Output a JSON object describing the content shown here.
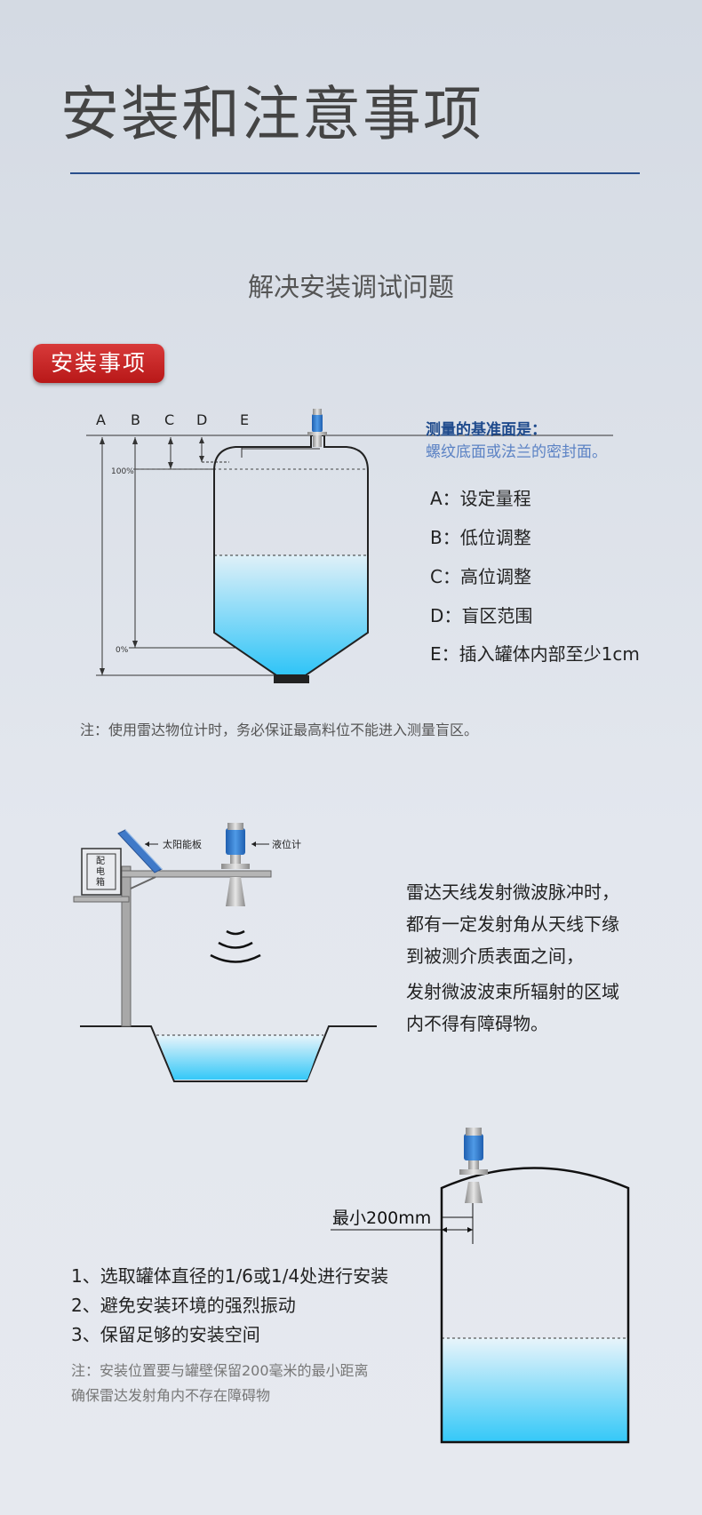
{
  "header": {
    "title": "安装和注意事项",
    "subtitle": "解决安装调试问题"
  },
  "section1": {
    "badge": "安装事项",
    "letters": [
      "A",
      "B",
      "C",
      "D",
      "E"
    ],
    "pct_high": "100%",
    "pct_low": "0%",
    "reference_title": "测量的基准面是：",
    "reference_text": "螺纹底面或法兰的密封面。",
    "legend": [
      "A：设定量程",
      "B：低位调整",
      "C：高位调整",
      "D：盲区范围",
      "E：插入罐体内部至少1cm"
    ],
    "note": "注：使用雷达物位计时，务必保证最高料位不能进入测量盲区。"
  },
  "section2": {
    "label_solar": "太阳能板",
    "label_gauge": "液位计",
    "box_label": [
      "配",
      "电",
      "箱"
    ],
    "paragraph1": [
      "雷达天线发射微波脉冲时，",
      "都有一定发射角从天线下缘",
      "到被测介质表面之间，"
    ],
    "paragraph2": [
      "发射微波波束所辐射的区域",
      "内不得有障碍物。"
    ]
  },
  "section3": {
    "min_distance": "最小200mm",
    "list": [
      "1、选取罐体直径的1/6或1/4处进行安装",
      "2、避免安装环境的强烈振动",
      "3、保留足够的安装空间"
    ],
    "note": [
      "注：安装位置要与罐壁保留200毫米的最小距离",
      "确保雷达发射角内不存在障碍物"
    ]
  },
  "colors": {
    "title_rule": "#2a4f8c",
    "badge": "#c62424",
    "liquid_top": "#d9eef8",
    "liquid_bottom": "#2fc4f7",
    "reference_title": "#1e4a8c",
    "reference_text": "#5b82c4"
  }
}
